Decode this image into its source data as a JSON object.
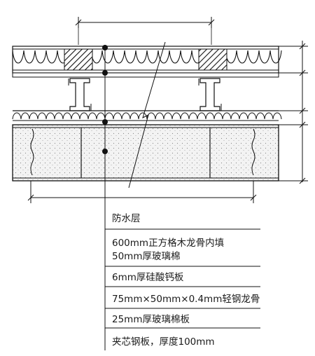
{
  "layers": [
    "防水层",
    "600mm正方格木龙骨内填",
    "50mm厚玻璃棉",
    "6mm厚硅酸钙板",
    "75mm×50mm×0.4mm轻钢龙骨",
    "25mm厚玻璃棉板",
    "夹芯钢板，厚度100mm"
  ]
}
